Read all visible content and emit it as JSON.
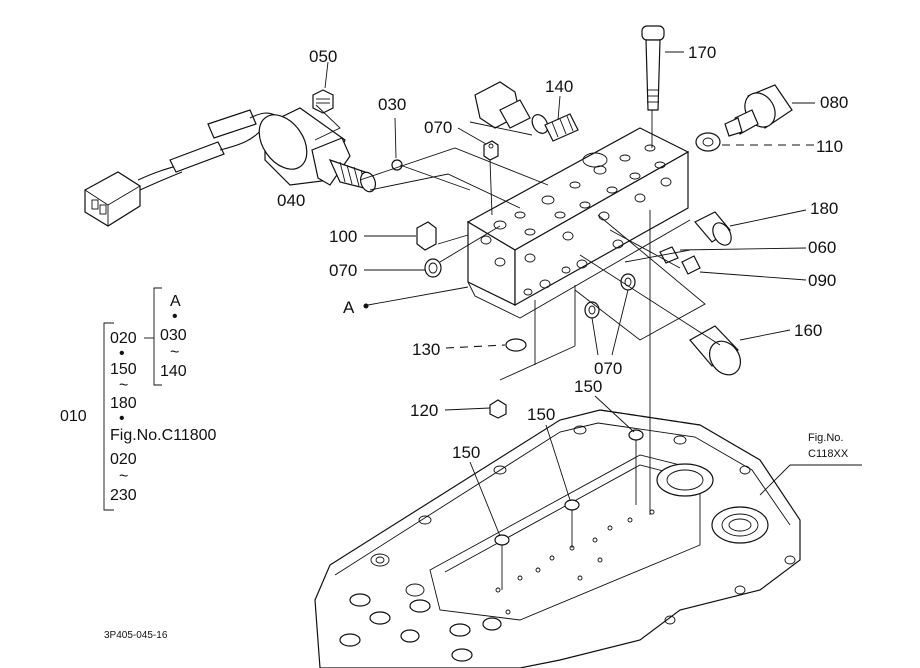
{
  "callouts": {
    "p050": "050",
    "p030": "030",
    "p070_top": "070",
    "p140": "140",
    "p170": "170",
    "p080": "080",
    "p110": "110",
    "p040": "040",
    "p180": "180",
    "p100": "100",
    "p060": "060",
    "p070_left": "070",
    "p090": "090",
    "p_A": "A",
    "p160": "160",
    "p130": "130",
    "p070_bottom": "070",
    "p150_a": "150",
    "p120": "120",
    "p150_b": "150",
    "p150_c": "150"
  },
  "ref": {
    "fig_line1": "Fig.No.",
    "fig_line2": "C118XX"
  },
  "bracket": {
    "root": "010",
    "sub": {
      "l020": "020",
      "dot1": "•",
      "l150": "150",
      "tilde1": "~",
      "l180": "180",
      "dot2": "•",
      "fig": "Fig.No.C11800",
      "l020b": "020",
      "tilde2": "~",
      "l230": "230"
    },
    "inner": {
      "A": "A",
      "dot": "•",
      "l030": "030",
      "tilde": "~",
      "l140": "140"
    }
  },
  "drawing_code": "3P405-045-16"
}
